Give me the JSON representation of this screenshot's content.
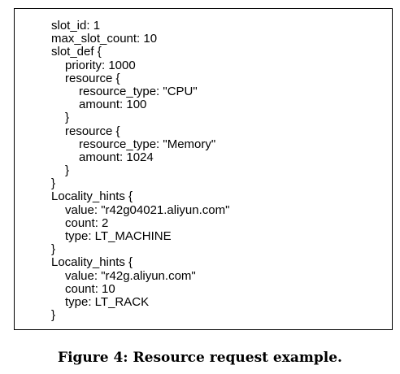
{
  "code_lines": [
    {
      "indent": 0,
      "text": "slot_id: 1"
    },
    {
      "indent": 0,
      "text": "max_slot_count: 10"
    },
    {
      "indent": 0,
      "text": "slot_def {"
    },
    {
      "indent": 1,
      "text": "priority: 1000"
    },
    {
      "indent": 1,
      "text": "resource {"
    },
    {
      "indent": 2,
      "text": "resource_type: \"CPU\""
    },
    {
      "indent": 2,
      "text": "amount: 100"
    },
    {
      "indent": 1,
      "text": "}"
    },
    {
      "indent": 1,
      "text": "resource {"
    },
    {
      "indent": 2,
      "text": "resource_type: \"Memory\""
    },
    {
      "indent": 2,
      "text": "amount: 1024"
    },
    {
      "indent": 1,
      "text": "}"
    },
    {
      "indent": 0,
      "text": "}"
    },
    {
      "indent": 0,
      "text": "Locality_hints {"
    },
    {
      "indent": 1,
      "text": "value: \"r42g04021.aliyun.com\""
    },
    {
      "indent": 1,
      "text": "count: 2"
    },
    {
      "indent": 1,
      "text": "type: LT_MACHINE"
    },
    {
      "indent": 0,
      "text": "}"
    },
    {
      "indent": 0,
      "text": "Locality_hints {"
    },
    {
      "indent": 1,
      "text": "value: \"r42g.aliyun.com\""
    },
    {
      "indent": 1,
      "text": "count: 10"
    },
    {
      "indent": 1,
      "text": "type: LT_RACK"
    },
    {
      "indent": 0,
      "text": "}"
    }
  ],
  "caption": "Figure 4: Resource request example."
}
